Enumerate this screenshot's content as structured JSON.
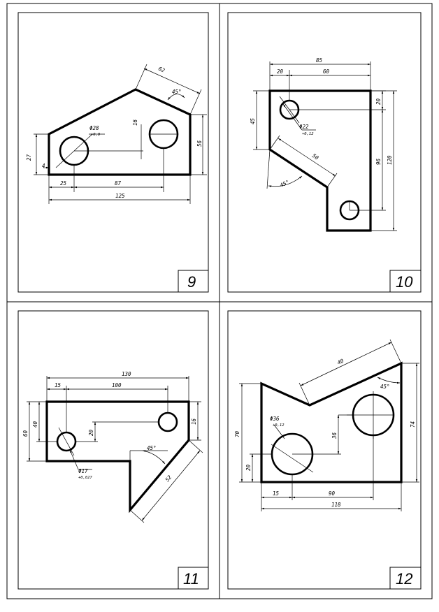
{
  "panels": [
    {
      "number": "9",
      "dims": {
        "slant_top": "62",
        "angle": "45°",
        "hole_dia": "Φ28",
        "hole_tol": "+0,0",
        "offset_16": "16",
        "height_56": "56",
        "left_27": "27",
        "left_4": "4",
        "bottom_25": "25",
        "bottom_87": "87",
        "overall": "125"
      }
    },
    {
      "number": "10",
      "dims": {
        "top_overall": "85",
        "top_20": "20",
        "top_60": "60",
        "right_20": "20",
        "left_45": "45",
        "hole_dia": "Φ22",
        "hole_tol": "+0,12",
        "diag_50": "50",
        "angle": "45°",
        "right_120": "120",
        "right_96": "96"
      }
    },
    {
      "number": "11",
      "dims": {
        "top_overall": "130",
        "top_15": "15",
        "top_100": "100",
        "left_60": "60",
        "left_40": "40",
        "inner_20": "20",
        "right_16": "16",
        "hole_dia": "Φ17",
        "hole_tol": "+0,027",
        "angle": "45°",
        "diag_52": "52"
      }
    },
    {
      "number": "12",
      "dims": {
        "slant_40": "40",
        "angle": "45°",
        "hole_dia": "Φ36",
        "hole_tol": "+0,12",
        "mid_36": "36",
        "left_70": "70",
        "left_20": "20",
        "right_74": "74",
        "bottom_15": "15",
        "bottom_90": "90",
        "overall": "118"
      }
    }
  ]
}
